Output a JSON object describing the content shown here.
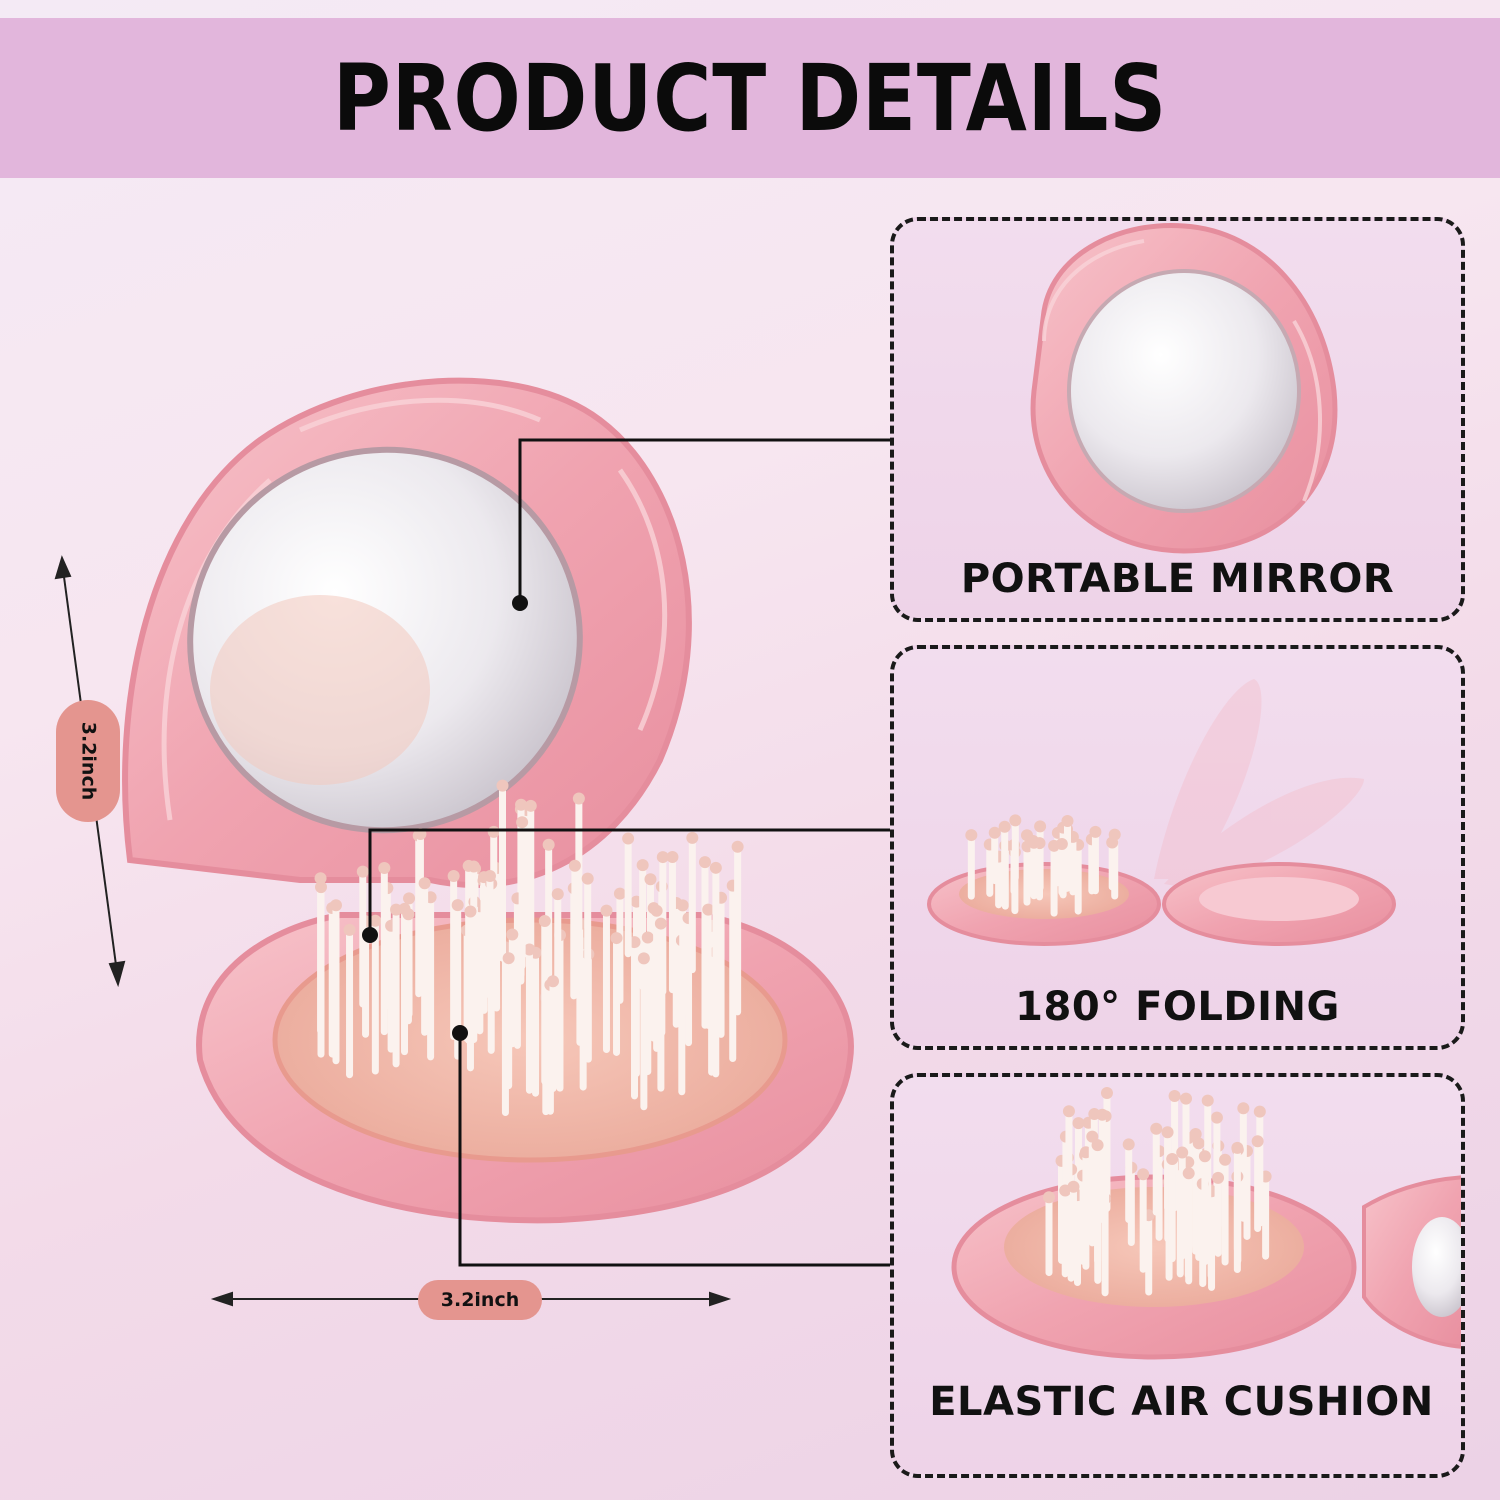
{
  "header": {
    "title": "PRODUCT DETAILS"
  },
  "features": [
    {
      "label": "PORTABLE MIRROR"
    },
    {
      "label": "180° FOLDING"
    },
    {
      "label": "ELASTIC AIR CUSHION"
    }
  ],
  "dimensions": {
    "height": "3.2inch",
    "width": "3.2inch"
  },
  "colors": {
    "banner": "#e2b6dc",
    "shell": "#f0a8b4",
    "badge": "#e4958f",
    "bristle": "#fbf2ee"
  }
}
